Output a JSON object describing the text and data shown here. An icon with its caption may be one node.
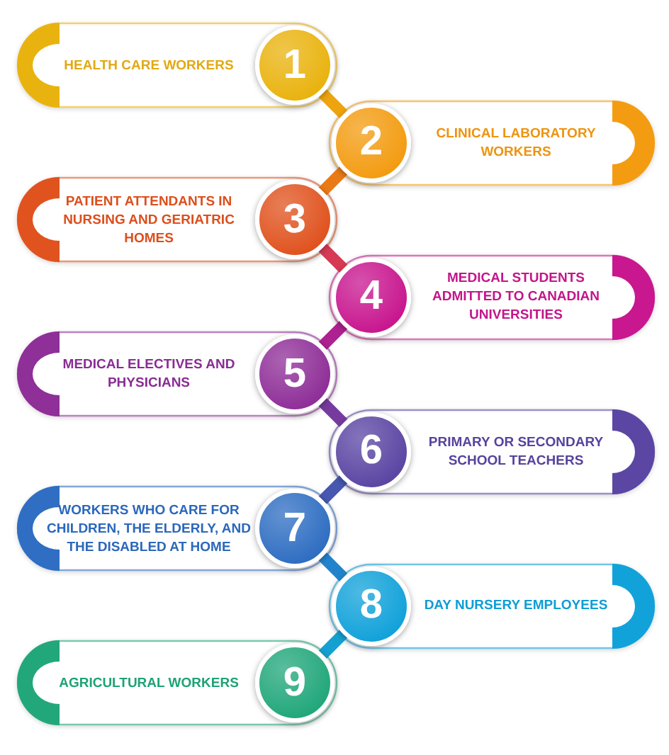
{
  "diagram": {
    "nodes": [
      {
        "text": [
          "HEALTH CARE WORKERS"
        ]
      },
      {
        "text": [
          "1"
        ],
        "in": 0
      },
      {
        "text": [
          "CLINICAL LABORATORY WORKERS"
        ]
      },
      {
        "text": [
          "2"
        ],
        "in": 2
      },
      {
        "text": [
          "PATIENT ATTENDANTS IN NURSING AND GERIATRIC HOMES"
        ]
      },
      {
        "text": [
          "3"
        ],
        "in": 4
      },
      {
        "text": [
          "MEDICAL STUDENTS ADMITTED TO CANADIAN UNIVERSITIES"
        ]
      },
      {
        "text": [
          "4"
        ],
        "in": 6
      },
      {
        "text": [
          "MEDICAL ELECTIVES AND PHYSICIANS"
        ]
      },
      {
        "text": [
          "5"
        ],
        "in": 8
      },
      {
        "text": [
          "PRIMARY OR SECONDARY SCHOOL TEACHERS"
        ]
      },
      {
        "text": [
          "6"
        ],
        "in": 10
      },
      {
        "text": [
          "WORKERS WHO CARE FOR CHILDREN, THE ELDERLY, AND THE DISABLED AT HOME"
        ]
      },
      {
        "text": [
          "7"
        ],
        "in": 12
      },
      {
        "text": [
          "DAY NURSERY EMPLOYEES"
        ]
      },
      {
        "text": [
          "8"
        ],
        "in": 14
      },
      {
        "text": [
          "AGRICULTURAL WORKERS"
        ]
      },
      {
        "text": [
          "9"
        ],
        "in": 16
      }
    ],
    "edges": [
      {
        "from": 1,
        "to": 3,
        "arrow": "none",
        "color": "#eda40e"
      },
      {
        "from": 3,
        "to": 5,
        "arrow": "none",
        "color": "#ea7a16"
      },
      {
        "from": 5,
        "to": 7,
        "arrow": "none",
        "color": "#d63a55"
      },
      {
        "from": 7,
        "to": 9,
        "arrow": "none",
        "color": "#ae2190"
      },
      {
        "from": 9,
        "to": 11,
        "arrow": "none",
        "color": "#763b9e"
      },
      {
        "from": 11,
        "to": 13,
        "arrow": "none",
        "color": "#4658b0"
      },
      {
        "from": 13,
        "to": 15,
        "arrow": "none",
        "color": "#2283cc"
      },
      {
        "from": 15,
        "to": 17,
        "arrow": "none",
        "color": "#14a1d2"
      }
    ]
  }
}
